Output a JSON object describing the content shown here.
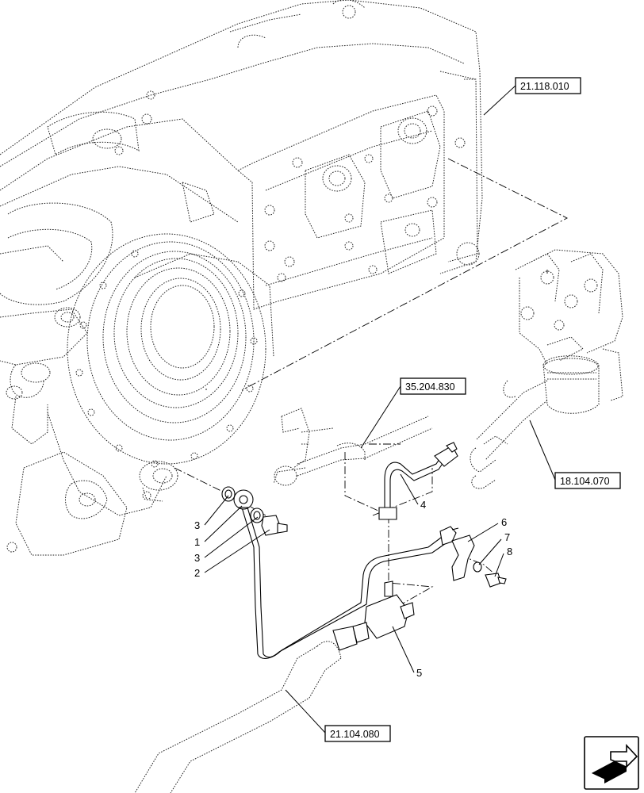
{
  "references": {
    "transmission_upper": "21.118.010",
    "hydraulic_block": "35.204.830",
    "filter_assembly": "18.104.070",
    "pipe_lower": "21.104.080"
  },
  "callouts": {
    "c1": "1",
    "c2": "2",
    "c3a": "3",
    "c3b": "3",
    "c4": "4",
    "c5": "5",
    "c6": "6",
    "c7": "7",
    "c8": "8"
  },
  "icons": {
    "navigation": "next-page-arrow-icon"
  }
}
